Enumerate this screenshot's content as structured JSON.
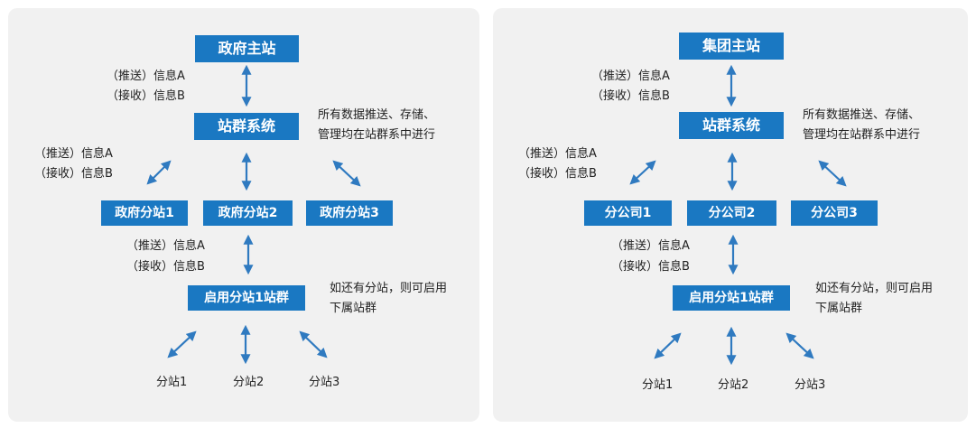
{
  "left": {
    "top_box": "政府主站",
    "mid_box": "站群系统",
    "branch_boxes": [
      "政府分站1",
      "政府分站2",
      "政府分站3"
    ],
    "bottom_box": "启用分站1站群",
    "leaves": [
      "分站1",
      "分站2",
      "分站3"
    ],
    "push_label": "（推送）信息A",
    "receive_label": "（接收）信息B",
    "note_mid": [
      "所有数据推送、存储、",
      "管理均在站群系中进行"
    ],
    "note_bottom": [
      "如还有分站，则可启用",
      "下属站群"
    ]
  },
  "right": {
    "top_box": "集团主站",
    "mid_box": "站群系统",
    "branch_boxes": [
      "分公司1",
      "分公司2",
      "分公司3"
    ],
    "bottom_box": "启用分站1站群",
    "leaves": [
      "分站1",
      "分站2",
      "分站3"
    ],
    "push_label": "（推送）信息A",
    "receive_label": "（接收）信息B",
    "note_mid": [
      "所有数据推送、存储、",
      "管理均在站群系中进行"
    ],
    "note_bottom": [
      "如还有分站，则可启用",
      "下属站群"
    ]
  },
  "colors": {
    "box": "#1a78c2",
    "arrow": "#2f7ac0",
    "panel": "#f1f1f1"
  }
}
